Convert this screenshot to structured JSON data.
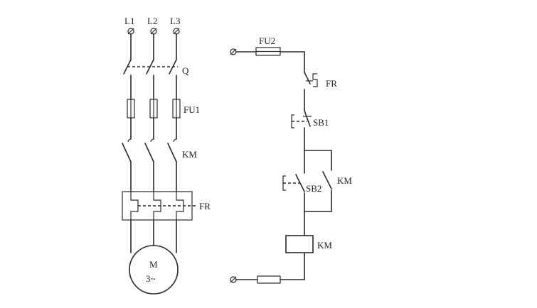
{
  "main_circuit": {
    "phases": [
      "L1",
      "L2",
      "L3"
    ],
    "switch_label": "Q",
    "fuse_label": "FU1",
    "contactor_label": "KM",
    "overload_label": "FR",
    "motor": {
      "name": "M",
      "phase": "3~"
    }
  },
  "control_circuit": {
    "fuse_label": "FU2",
    "overload_contact_label": "FR",
    "stop_button_label": "SB1",
    "start_button_label": "SB2",
    "hold_contact_label": "KM",
    "coil_label": "KM"
  },
  "colors": {
    "line": "#2a2a2a",
    "background": "#ffffff"
  }
}
